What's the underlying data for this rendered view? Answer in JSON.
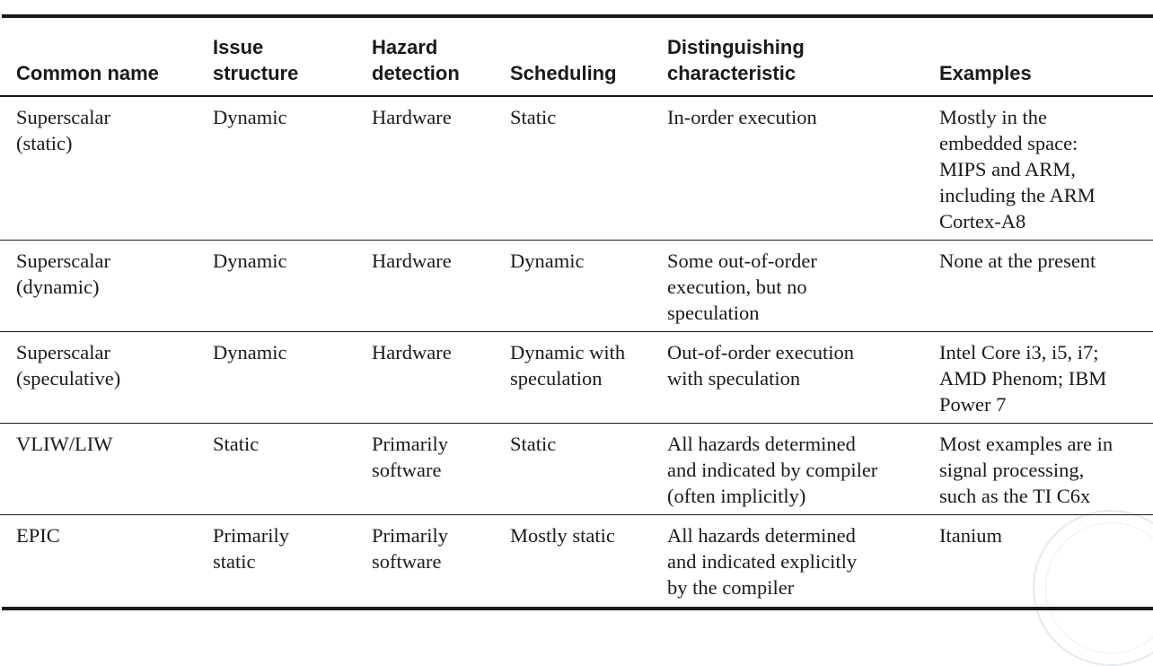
{
  "headers": [
    "Common name",
    "Issue\nstructure",
    "Hazard\ndetection",
    "Scheduling",
    "Distinguishing\ncharacteristic",
    "Examples"
  ],
  "rows": [
    [
      "Superscalar\n(static)",
      "Dynamic",
      "Hardware",
      "Static",
      "In-order execution",
      "Mostly in the\nembedded space:\nMIPS and ARM,\nincluding the ARM\nCortex-A8"
    ],
    [
      "Superscalar\n(dynamic)",
      "Dynamic",
      "Hardware",
      "Dynamic",
      "Some out-of-order\nexecution, but no\nspeculation",
      "None at the present"
    ],
    [
      "Superscalar\n(speculative)",
      "Dynamic",
      "Hardware",
      "Dynamic with\nspeculation",
      "Out-of-order execution\nwith speculation",
      "Intel Core i3, i5, i7;\nAMD Phenom; IBM\nPower 7"
    ],
    [
      "VLIW/LIW",
      "Static",
      "Primarily\nsoftware",
      "Static",
      "All hazards determined\nand indicated by compiler\n(often implicitly)",
      "Most examples are in\nsignal processing,\nsuch as the TI C6x"
    ],
    [
      "EPIC",
      "Primarily\nstatic",
      "Primarily\nsoftware",
      "Mostly static",
      "All hazards determined\nand indicated explicitly\nby the compiler",
      "Itanium"
    ]
  ]
}
